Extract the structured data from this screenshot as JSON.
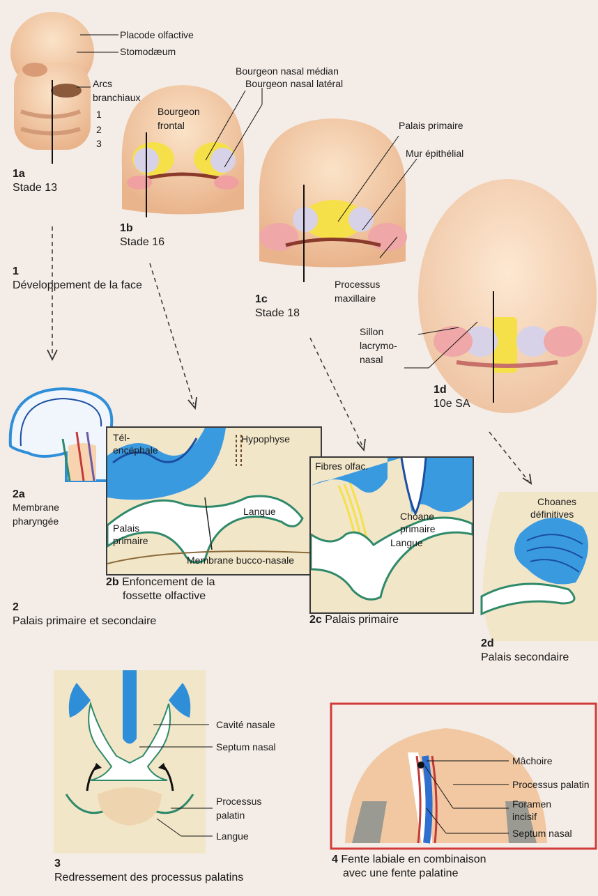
{
  "fig1": {
    "a": {
      "num": "1a",
      "stage": "Stade 13",
      "labels": [
        "Placode olfactive",
        "Stomodæum",
        "Arcs",
        "branchiaux",
        "1",
        "2",
        "3"
      ]
    },
    "b": {
      "num": "1b",
      "stage": "Stade 16",
      "labels": [
        "Bourgeon nasal médian",
        "Bourgeon nasal latéral",
        "Bourgeon",
        "frontal"
      ]
    },
    "c": {
      "num": "1c",
      "stage": "Stade 18",
      "labels": [
        "Palais primaire",
        "Mur épithélial",
        "Processus",
        "maxillaire"
      ]
    },
    "d": {
      "num": "1d",
      "stage": "10e SA",
      "labels": [
        "Sillon",
        "lacrymo-",
        "nasal"
      ]
    },
    "section_num": "1",
    "section_title": "Développement de la face"
  },
  "fig2": {
    "a": {
      "num": "2a",
      "caption_lines": [
        "Membrane",
        "pharyngée"
      ]
    },
    "b": {
      "num": "2b",
      "caption_lines": [
        "Enfoncement de la",
        "fossette olfactive"
      ],
      "labels": [
        "Tél-",
        "encéphale",
        "Hypophyse",
        "Langue",
        "Palais",
        "primaire",
        "Membrane bucco-nasale"
      ]
    },
    "c": {
      "num": "2c",
      "caption": "Palais primaire",
      "labels": [
        "Fibres olfac.",
        "Choane",
        "primaire",
        "Langue"
      ]
    },
    "d": {
      "num": "2d",
      "caption": "Palais secondaire",
      "labels": [
        "Choanes",
        "définitives"
      ]
    },
    "section_num": "2",
    "section_title": "Palais primaire et secondaire"
  },
  "fig3": {
    "num": "3",
    "title": "Redressement des processus palatins",
    "labels": [
      "Cavité nasale",
      "Septum nasal",
      "Processus",
      "palatin",
      "Langue"
    ]
  },
  "fig4": {
    "num": "4",
    "title_lines": [
      "Fente labiale en combinaison",
      "avec une fente palatine"
    ],
    "labels": [
      "Mâchoire",
      "Processus palatin",
      "Foramen",
      "incisif",
      "Septum nasal"
    ]
  },
  "colors": {
    "skin": "#f1c8a2",
    "yellow": "#f6e04a",
    "blue": "#2f8ed8",
    "green": "#2f8a6a",
    "panel": "#f2e6c8",
    "red_border": "#d23a3a"
  }
}
